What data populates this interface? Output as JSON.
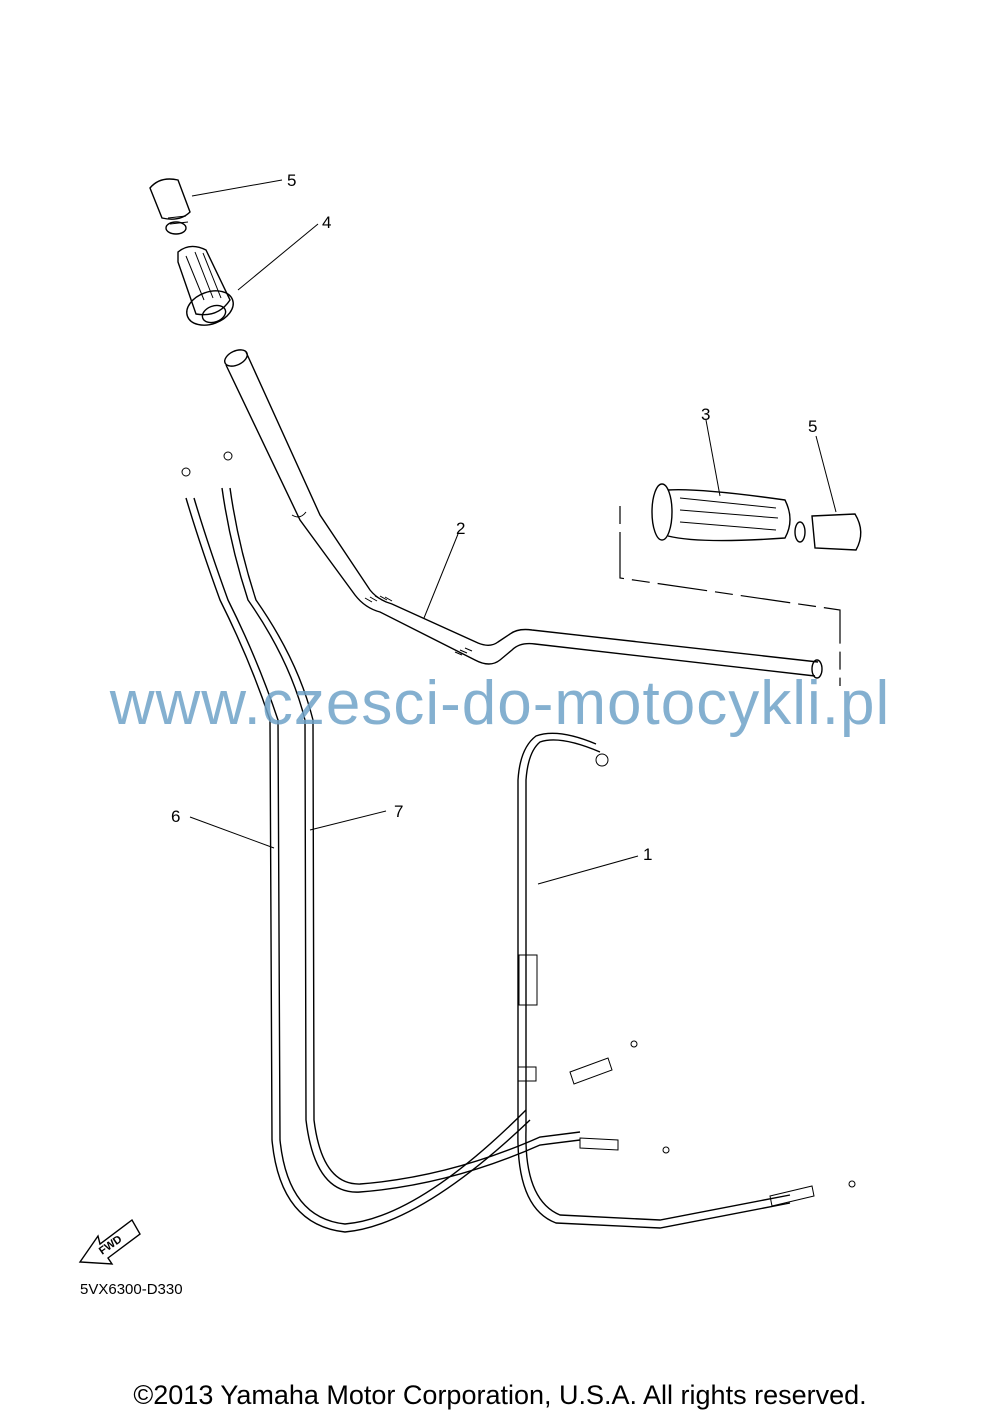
{
  "diagram": {
    "callouts": [
      {
        "id": "callout-1",
        "text": "1"
      },
      {
        "id": "callout-2",
        "text": "2"
      },
      {
        "id": "callout-3",
        "text": "3"
      },
      {
        "id": "callout-4",
        "text": "4"
      },
      {
        "id": "callout-5a",
        "text": "5"
      },
      {
        "id": "callout-5b",
        "text": "5"
      },
      {
        "id": "callout-6",
        "text": "6"
      },
      {
        "id": "callout-7",
        "text": "7"
      }
    ],
    "fwd_label": "FWD",
    "diagram_code": "5VX6300-D330"
  },
  "watermark": "www.czesci-do-motocykli.pl",
  "copyright": "©2013 Yamaha Motor Corporation, U.S.A. All rights reserved.",
  "colors": {
    "line": "#000000",
    "watermark": "#6fa3c8",
    "background": "#ffffff"
  }
}
